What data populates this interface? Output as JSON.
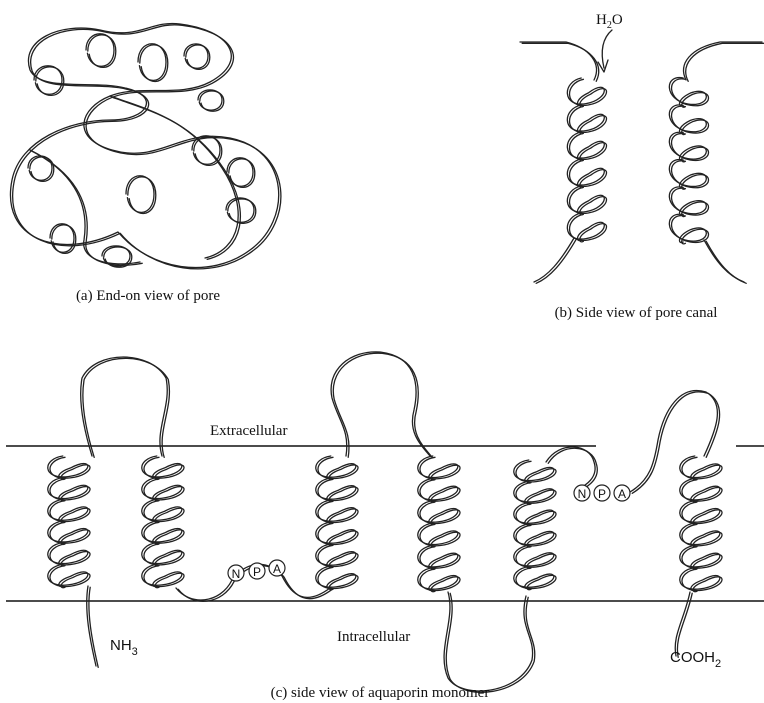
{
  "panel_a": {
    "caption": "(a) End-on view of pore"
  },
  "panel_b": {
    "caption": "(b) Side view of pore canal",
    "water_label_H": "H",
    "water_label_sub": "2",
    "water_label_O": "O"
  },
  "panel_c": {
    "caption": "(c) side view of aquaporin monomer",
    "extracellular_label": "Extracellular",
    "intracellular_label": "Intracellular",
    "n_terminus_main": "NH",
    "n_terminus_sub": "3",
    "c_terminus_main": "COOH",
    "c_terminus_sub": "2",
    "npa_motif_1": [
      "N",
      "P",
      "A"
    ],
    "npa_motif_2": [
      "N",
      "P",
      "A"
    ]
  },
  "colors": {
    "line": "#222222",
    "background": "#ffffff"
  }
}
